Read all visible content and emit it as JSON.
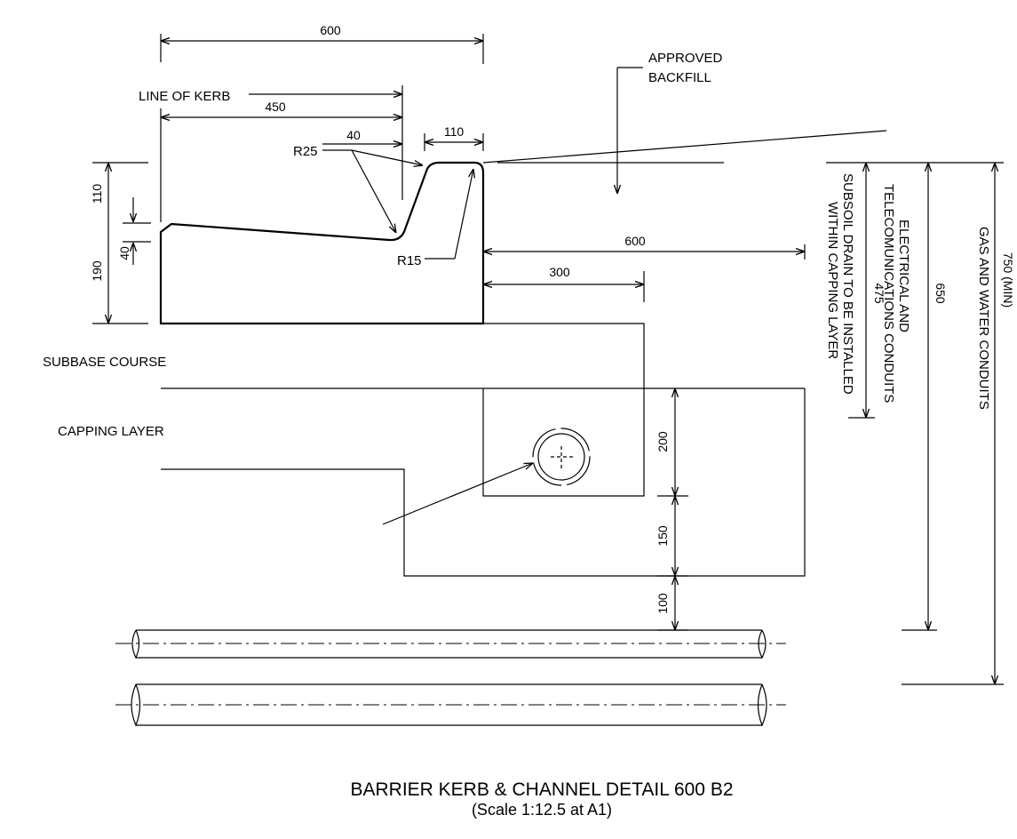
{
  "drawing": {
    "title": "BARRIER KERB & CHANNEL DETAIL 600 B2",
    "subtitle": "(Scale 1:12.5 at A1)"
  },
  "labels": {
    "line_of_kerb": "LINE OF KERB",
    "approved_backfill_1": "APPROVED",
    "approved_backfill_2": "BACKFILL",
    "subbase_course": "SUBBASE COURSE",
    "capping_layer": "CAPPING LAYER",
    "r25": "R25",
    "r15": "R15",
    "subsoil_1": "SUBSOIL DRAIN TO BE INSTALLED",
    "subsoil_2": "WITHIN CAPPING LAYER",
    "elec_1": "ELECTRICAL AND",
    "elec_2": "TELECOMUNICATIONS CONDUITS",
    "gas_water": "GAS AND WATER CONDUITS"
  },
  "dimensions": {
    "d600_top": "600",
    "d450": "450",
    "d40_top": "40",
    "d110_top": "110",
    "d110_left": "110",
    "d190": "190",
    "d40_left": "40",
    "d600_mid": "600",
    "d300": "300",
    "d200": "200",
    "d150": "150",
    "d100": "100",
    "d475": "475",
    "d650": "650",
    "d750": "750 (MIN)"
  },
  "colors": {
    "line": "#000000",
    "background": "#ffffff"
  }
}
